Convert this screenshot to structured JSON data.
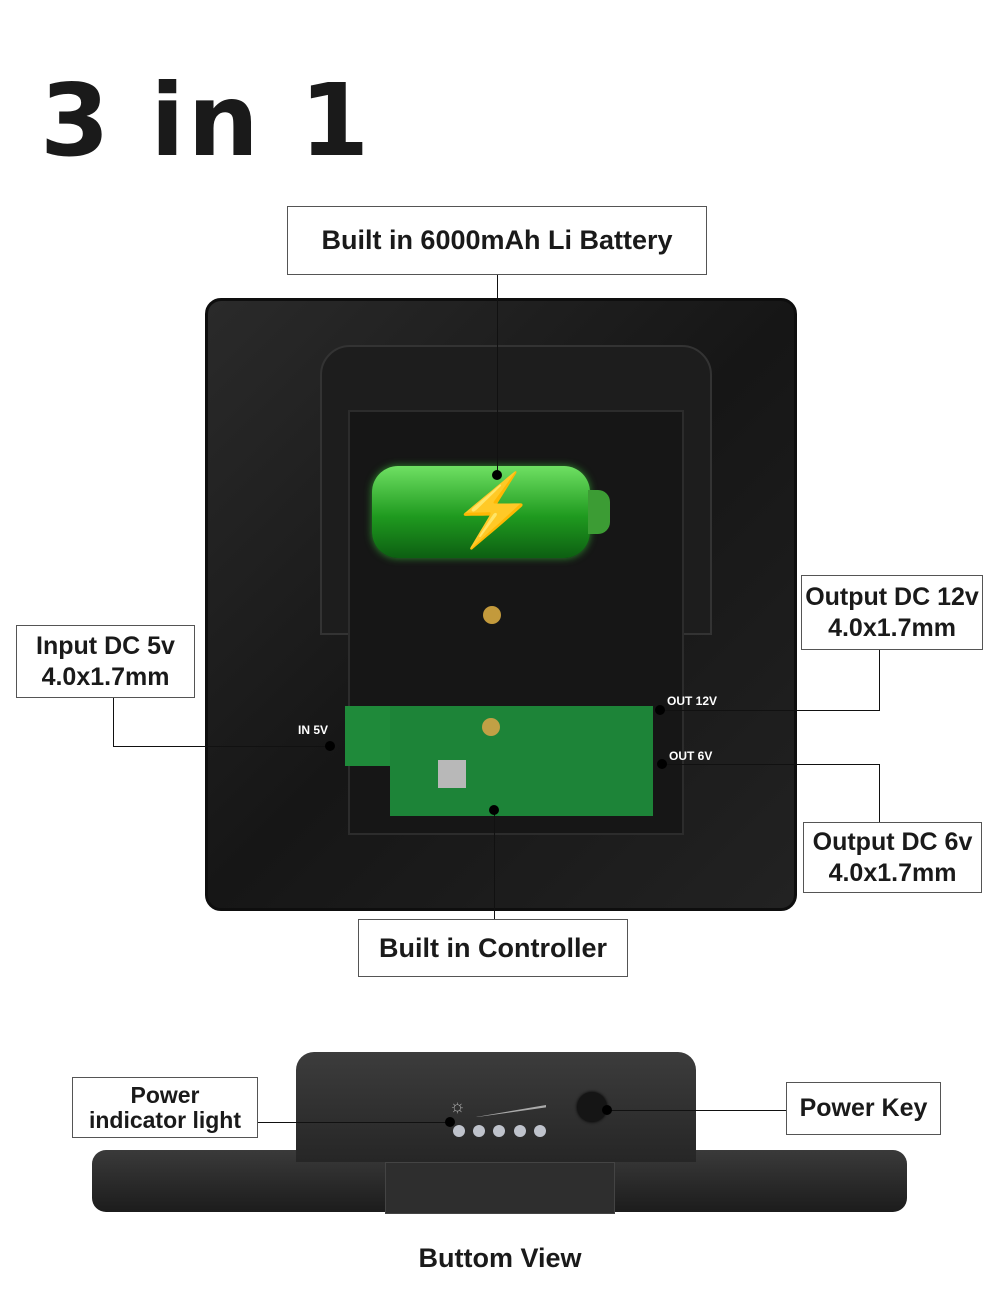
{
  "title": "3 in 1",
  "callouts": {
    "battery": "Built in 6000mAh Li Battery",
    "input_line1": "Input DC 5v",
    "input_line2": "4.0x1.7mm",
    "out12_line1": "Output DC 12v",
    "out12_line2": "4.0x1.7mm",
    "out6_line1": "Output DC 6v",
    "out6_line2": "4.0x1.7mm",
    "controller": "Built in Controller",
    "indicator_line1": "Power",
    "indicator_line2": "indicator light",
    "power_key": "Power Key"
  },
  "ports": {
    "in": "IN 5V",
    "out12": "OUT 12V",
    "out6": "OUT 6V"
  },
  "caption": "Buttom View"
}
